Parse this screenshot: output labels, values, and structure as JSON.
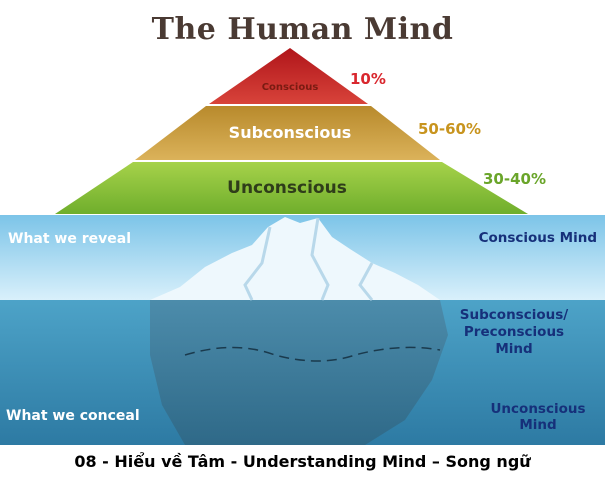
{
  "pyramid": {
    "title": "The Human Mind",
    "levels": [
      {
        "label": "Conscious",
        "percent": "10%",
        "color": "#c8282c"
      },
      {
        "label": "Subconscious",
        "percent": "50-60%",
        "color": "#c99a3c"
      },
      {
        "label": "Unconscious",
        "percent": "30-40%",
        "color": "#8cc63f"
      }
    ]
  },
  "iceberg": {
    "left_top": "What we reveal",
    "left_bottom": "What we conceal",
    "right_top": "Conscious Mind",
    "right_middle_lines": [
      "Subconscious/",
      "Preconscious",
      "Mind"
    ],
    "right_bottom_lines": [
      "Unconscious",
      "Mind"
    ],
    "colors": {
      "sky": "#bfe3f5",
      "water": "#3f8fb5",
      "label": "#16307a"
    }
  },
  "caption": "08 - Hiểu về Tâm - Understanding Mind – Song ngữ"
}
